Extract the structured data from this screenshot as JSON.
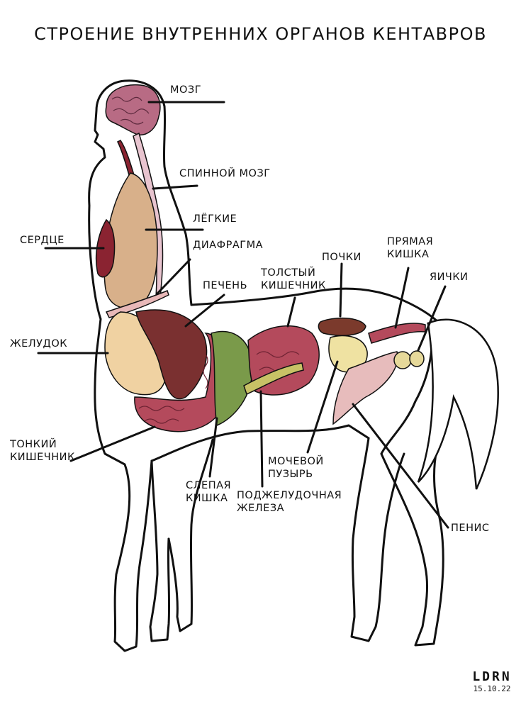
{
  "title": "Строение внутренних органов кентавров",
  "labels": {
    "brain": "Мозг",
    "spinal_cord": "Спинной мозг",
    "lungs": "Лёгкие",
    "heart": "Сердце",
    "diaphragm": "Диафрагма",
    "liver": "Печень",
    "kidneys": "Почки",
    "colon": "Толстый\nкишечник",
    "rectum": "Прямая\nкишка",
    "testes": "Яички",
    "stomach": "Желудок",
    "small_intestine": "Тонкий\nкишечник",
    "bladder": "Мочевой\nпузырь",
    "cecum": "Слепая\nкишка",
    "pancreas": "Поджелудочная\nжелеза",
    "penis": "Пенис"
  },
  "signature": {
    "name": "LDRN",
    "date": "15.10.22"
  },
  "colors": {
    "brain": "#b86b84",
    "spinal_cord": "#e8c4cf",
    "lungs": "#d8b08a",
    "heart": "#8a2331",
    "liver": "#7a3030",
    "stomach": "#f0d2a2",
    "intestine": "#b44a5c",
    "cecum": "#7a9a4a",
    "pancreas": "#c8c266",
    "kidney": "#7b3a2c",
    "bladder": "#efe2a2",
    "penis": "#e7bcbc",
    "testes": "#e6d99a",
    "outline": "#111111"
  }
}
